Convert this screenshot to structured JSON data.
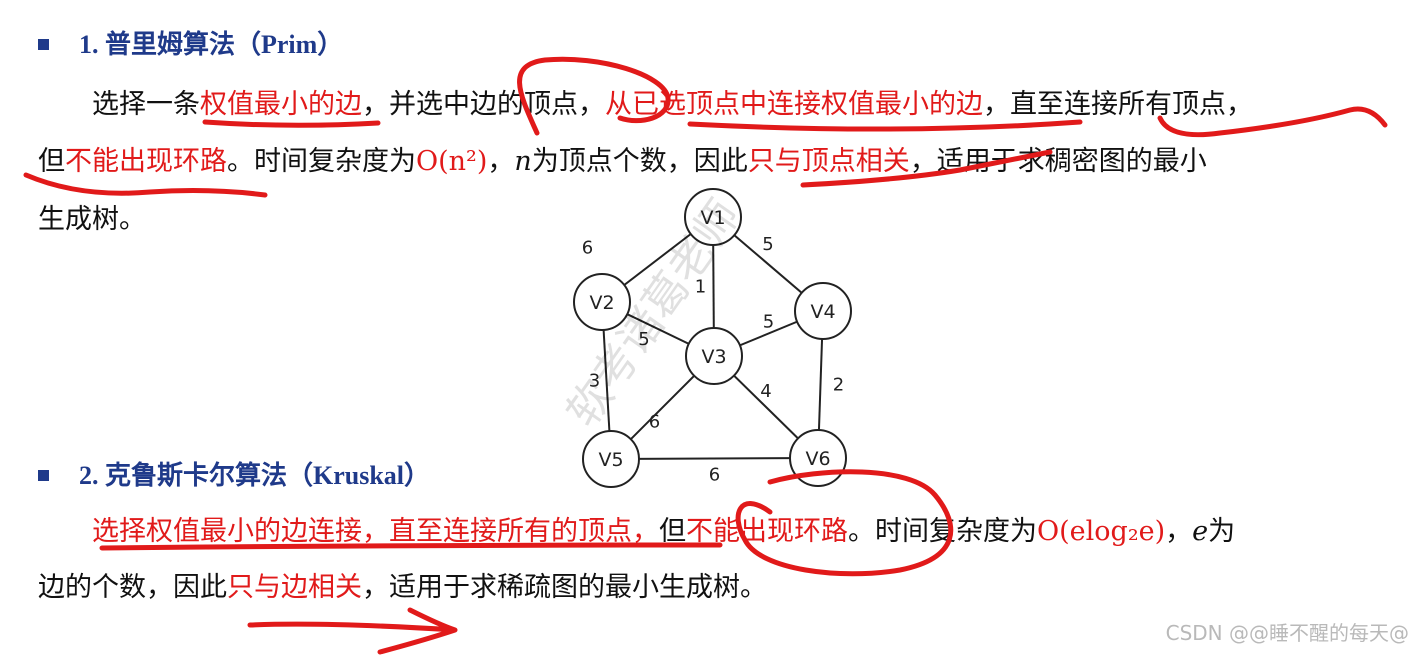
{
  "section1": {
    "title": "1. 普里姆算法（Prim）",
    "line1": {
      "a": "选择一条",
      "b": "权值最小的边",
      "c": "，并选中边的顶点，",
      "d": "从已选顶点中连接权值最小的边",
      "e": "，直至连接所有顶点，"
    },
    "line2": {
      "a": "但",
      "b": "不能出现环路",
      "c": "。时间复杂度为",
      "math": "O(n²)",
      "d": "，",
      "n": "n",
      "e": "为顶点个数，因此",
      "f": "只与顶点相关",
      "g": "，适用于求稠密图的最小"
    },
    "line3": "生成树。"
  },
  "section2": {
    "title": "2. 克鲁斯卡尔算法（Kruskal）",
    "line1": {
      "a": "选择权值最小的边连接，直至连接所有的顶点，",
      "b": "但",
      "c": "不能出现环路",
      "d": "。时间复杂度为",
      "math": "O(elog₂e)",
      "e": "，",
      "var": "e",
      "f": "为"
    },
    "line2": {
      "a": "边的个数，因此",
      "b": "只与边相关",
      "c": "，适用于求稀疏图的最小生成树。"
    }
  },
  "graph": {
    "nodes": [
      "V1",
      "V2",
      "V3",
      "V4",
      "V5",
      "V6"
    ],
    "edges": [
      {
        "from": "V1",
        "to": "V2",
        "weight": "6"
      },
      {
        "from": "V1",
        "to": "V4",
        "weight": "5"
      },
      {
        "from": "V1",
        "to": "V3",
        "weight": "1"
      },
      {
        "from": "V2",
        "to": "V3",
        "weight": "5"
      },
      {
        "from": "V3",
        "to": "V4",
        "weight": "5"
      },
      {
        "from": "V2",
        "to": "V5",
        "weight": "3"
      },
      {
        "from": "V3",
        "to": "V5",
        "weight": "6"
      },
      {
        "from": "V3",
        "to": "V6",
        "weight": "4"
      },
      {
        "from": "V4",
        "to": "V6",
        "weight": "2"
      },
      {
        "from": "V5",
        "to": "V6",
        "weight": "6"
      }
    ]
  },
  "diagonal_watermark": "软考诸葛老师",
  "watermark": "CSDN @@睡不醒的每天@",
  "colors": {
    "heading": "#1f3a8a",
    "highlight": "#e11a1a",
    "ink": "#111111",
    "watermark": "#b9b9b9"
  }
}
